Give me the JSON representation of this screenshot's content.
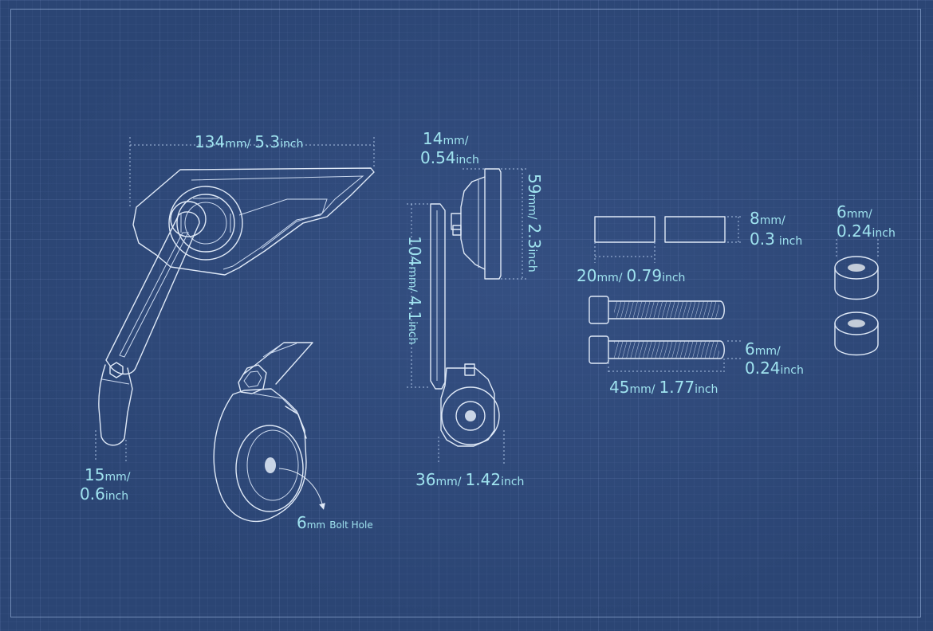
{
  "dimensions": {
    "mirror_width": {
      "mm": "134",
      "mm_unit": "mm",
      "sep": "/",
      "inch": "5.3",
      "inch_unit": "inch"
    },
    "mount_depth": {
      "mm": "14",
      "mm_unit": "mm",
      "sep": "/",
      "inch": "0.54",
      "inch_unit": "inch"
    },
    "mirror_height": {
      "mm": "59",
      "mm_unit": "mm",
      "sep": "/",
      "inch": "2.3",
      "inch_unit": "inch"
    },
    "arm_length": {
      "mm": "104",
      "mm_unit": "mm",
      "sep": "/",
      "inch": "4.1",
      "inch_unit": "inch"
    },
    "clamp_width": {
      "mm": "36",
      "mm_unit": "mm",
      "sep": "/",
      "inch": "1.42",
      "inch_unit": "inch"
    },
    "arm_end": {
      "mm": "15",
      "mm_unit": "mm",
      "sep": "/",
      "inch": "0.6",
      "inch_unit": "inch"
    },
    "grub_diameter": {
      "mm": "8",
      "mm_unit": "mm",
      "sep": "/",
      "inch": "0.3",
      "inch_unit": "inch"
    },
    "grub_length": {
      "mm": "20",
      "mm_unit": "mm",
      "sep": "/",
      "inch": "0.79",
      "inch_unit": "inch"
    },
    "bolt_diameter": {
      "mm": "6",
      "mm_unit": "mm",
      "sep": "/",
      "inch": "0.24",
      "inch_unit": "inch"
    },
    "bolt_length": {
      "mm": "45",
      "mm_unit": "mm",
      "sep": "/",
      "inch": "1.77",
      "inch_unit": "inch"
    },
    "spacer": {
      "mm": "6",
      "mm_unit": "mm",
      "sep": "/",
      "inch": "0.24",
      "inch_unit": "inch"
    }
  },
  "bolt_hole": {
    "mm": "6",
    "mm_unit": "mm",
    "text": "Bolt Hole"
  }
}
